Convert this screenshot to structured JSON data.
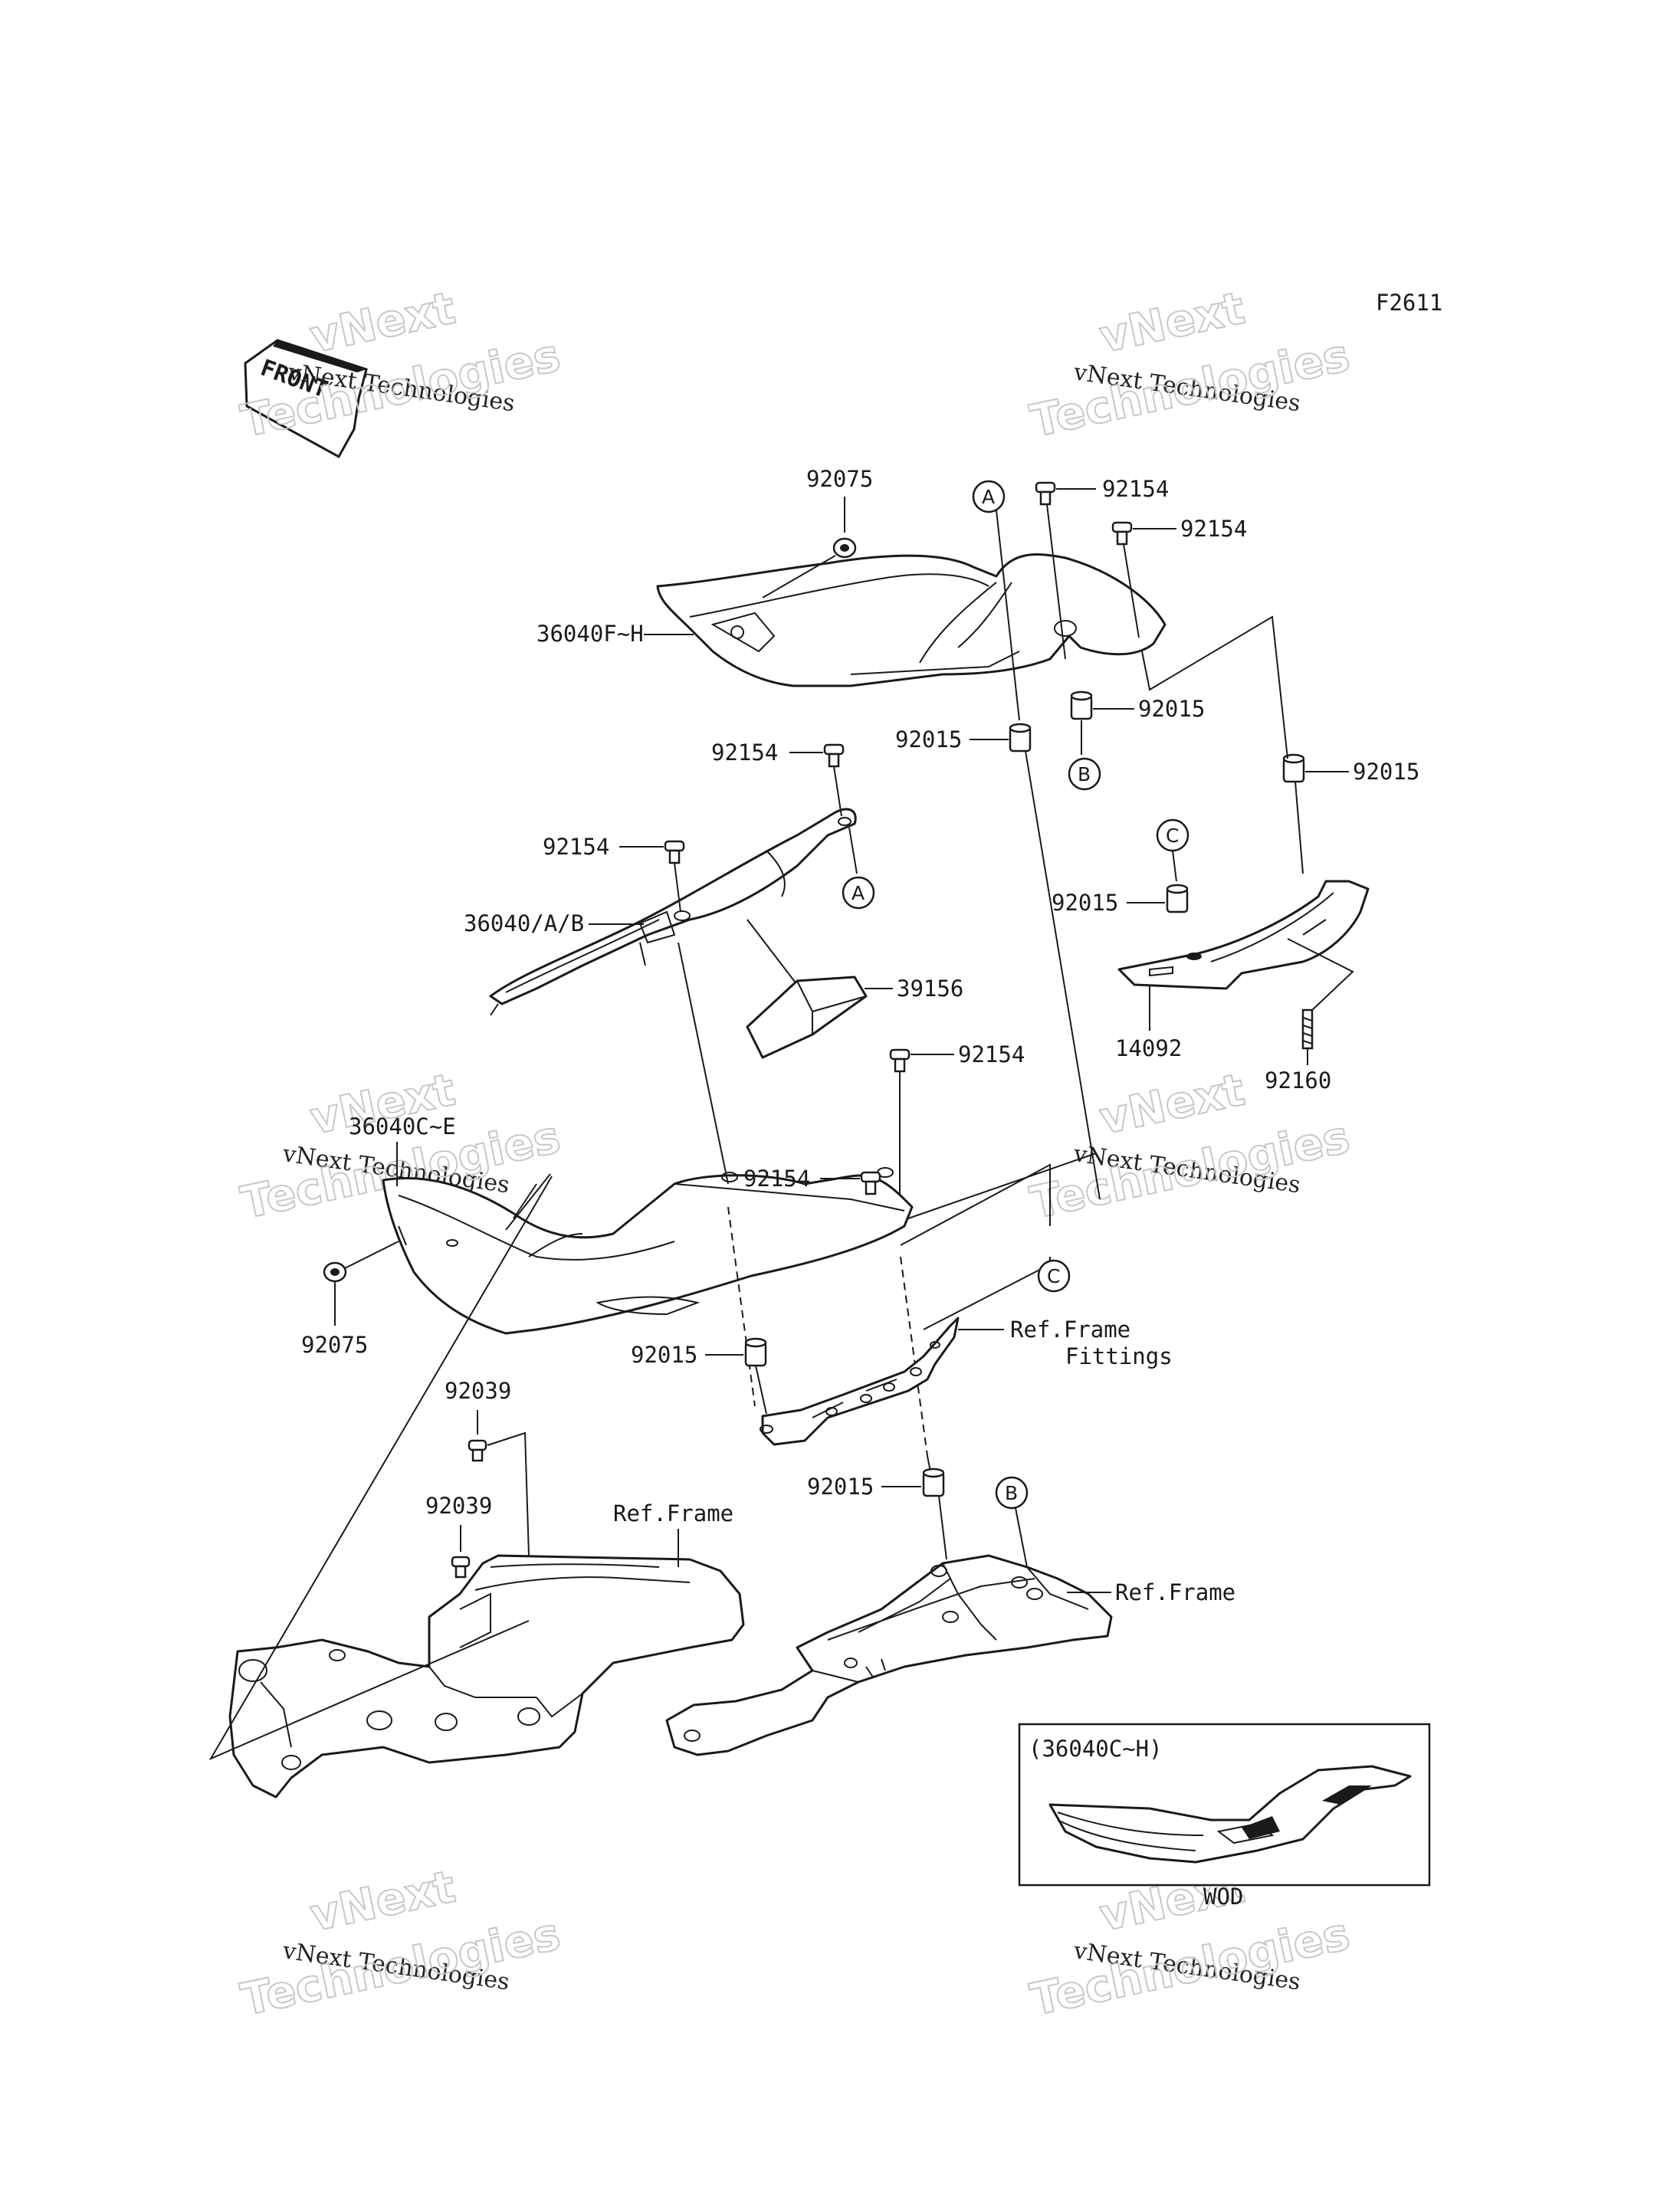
{
  "diagram_code": "F2611",
  "front_label": "FRONT",
  "watermark": {
    "line1": "vNext",
    "line2": "vNext Technologies",
    "line3": "Technologies"
  },
  "parts": {
    "p92075_top": "92075",
    "p36040F_H": "36040F~H",
    "p92154_a": "92154",
    "p92154_b": "92154",
    "p92015_a": "92015",
    "p92015_b": "92015",
    "p92015_c": "92015",
    "p92154_c": "92154",
    "p92154_d": "92154",
    "p36040_A_B": "36040/A/B",
    "p39156": "39156",
    "p92015_d": "92015",
    "p14092": "14092",
    "p92160": "92160",
    "p92154_e": "92154",
    "p92154_f": "92154",
    "p36040C_E": "36040C~E",
    "p92075_bottom": "92075",
    "p92015_e": "92015",
    "ref_frame_fittings_1": "Ref.Frame",
    "ref_frame_fittings_2": "Fittings",
    "p92039_a": "92039",
    "p92039_b": "92039",
    "ref_frame_left": "Ref.Frame",
    "p92015_f": "92015",
    "ref_frame_right": "Ref.Frame"
  },
  "callouts": {
    "a1": "A",
    "a2": "A",
    "b1": "B",
    "b2": "B",
    "c1": "C",
    "c2": "C"
  },
  "inset": {
    "title": "(36040C~H)",
    "caption": "WOD"
  }
}
